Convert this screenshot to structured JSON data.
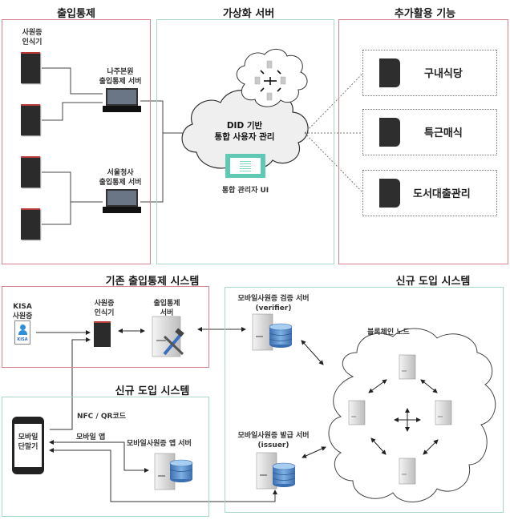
{
  "top": {
    "access_control": {
      "title": "출입통제",
      "reader_label_line1": "사원증",
      "reader_label_line2": "인식기",
      "naju_server_line1": "나주본원",
      "naju_server_line2": "출입통제 서버",
      "seoul_server_line1": "서울청사",
      "seoul_server_line2": "출입통제 서버"
    },
    "virtual_server": {
      "title": "가상화 서버",
      "cloud_line1": "DID 기반",
      "cloud_line2": "통합 사용자 관리",
      "admin_ui_label": "통합 관리자 UI"
    },
    "extra_features": {
      "title": "추가활용 기능",
      "items": [
        {
          "label": "구내식당"
        },
        {
          "label": "특근매식"
        },
        {
          "label": "도서대출관리"
        }
      ]
    }
  },
  "bottom": {
    "legacy_system": {
      "title": "기존 출입통제 시스템",
      "kisa_label_line1": "KISA",
      "kisa_label_line2": "사원증",
      "kisa_card_text": "KISA",
      "reader_label_line1": "사원증",
      "reader_label_line2": "인식기",
      "server_label_line1": "출입통제",
      "server_label_line2": "서버"
    },
    "new_system_left": {
      "title": "신규 도입 시스템",
      "phone_label_line1": "모바일",
      "phone_label_line2": "단말기",
      "nfc_label": "NFC / QR코드",
      "app_label": "모바일 앱",
      "app_server_label": "모바일사원증 앱 서버"
    },
    "new_system_right": {
      "title": "신규 도입 시스템",
      "verifier_line1": "모바일사원증 검증 서버",
      "verifier_line2": "(verifier)",
      "issuer_line1": "모바일사원증 발급 서버",
      "issuer_line2": "(issuer)",
      "blockchain_label": "블록체인 노드"
    }
  },
  "colors": {
    "red_border": "#d9828f",
    "green_border": "#a9d9c4",
    "teal_ui": "#5fc9b4",
    "db_blue": "#4f86c6"
  }
}
